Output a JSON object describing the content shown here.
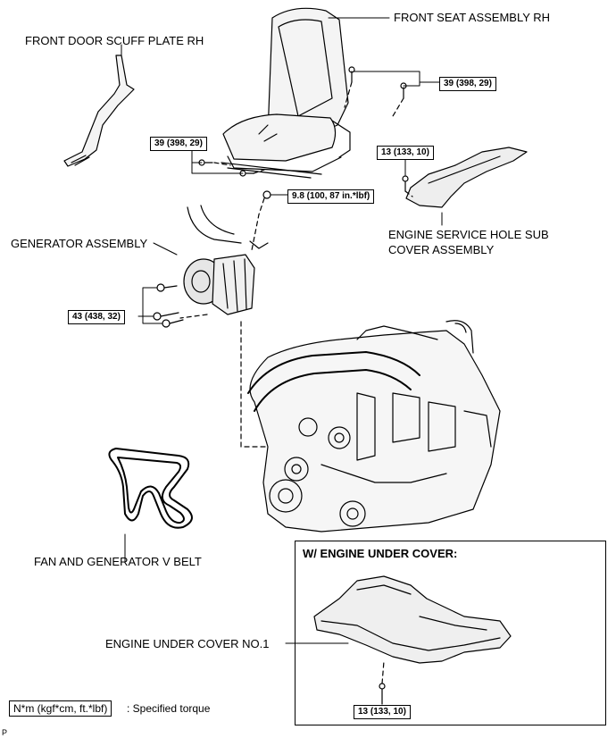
{
  "labels": {
    "front_seat": "FRONT SEAT ASSEMBLY RH",
    "front_door_scuff": "FRONT DOOR SCUFF PLATE RH",
    "generator": "GENERATOR ASSEMBLY",
    "engine_service_line1": "ENGINE SERVICE HOLE SUB",
    "engine_service_line2": "COVER ASSEMBLY",
    "fan_belt": "FAN AND GENERATOR V BELT",
    "engine_under_cover": "ENGINE UNDER COVER NO.1",
    "inset_title": "W/ ENGINE UNDER COVER:",
    "page_code": "P"
  },
  "torques": {
    "seat_right": "39 (398, 29)",
    "seat_left": "39 (398, 29)",
    "service_cover": "13 (133, 10)",
    "generator_nut": "9.8 (100, 87 in.*lbf)",
    "generator_bolts": "43 (438, 32)",
    "under_cover": "13 (133, 10)"
  },
  "legend": {
    "box": "N*m (kgf*cm, ft.*lbf)",
    "text": ": Specified torque"
  }
}
